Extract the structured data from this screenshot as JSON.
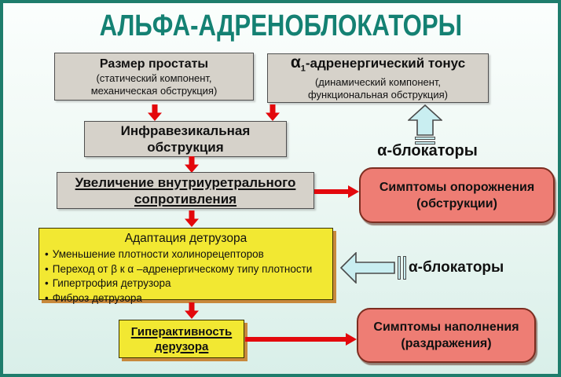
{
  "title": "АЛЬФА-АДРЕНОБЛОКАТОРЫ",
  "bullet_char": "•",
  "boxes": {
    "prostate": {
      "title": "Размер простаты",
      "sub1": "(статический компонент,",
      "sub2": "механическая обструкция)"
    },
    "tone": {
      "alpha": "α",
      "subscript": "1",
      "title_rest": "-адренергический тонус",
      "sub1": "(динамический компонент,",
      "sub2": "функциональная обструкция)"
    },
    "infravesical": {
      "line1": "Инфравезикальная",
      "line2": "обструкция"
    },
    "resistance": {
      "line1": "Увеличение внутриуретрального",
      "line2": "сопротивления"
    },
    "emptying": {
      "line1": "Симптомы опорожнения",
      "line2": "(обструкции)"
    },
    "adaptation": {
      "title": "Адаптация детрузора",
      "bullets": [
        "Уменьшение плотности холинорецепторов",
        "Переход от β к α –адренергическому типу плотности",
        "Гипертрофия детрузора",
        "Фиброз детрузора"
      ]
    },
    "hyperactivity": {
      "line1": "Гиперактивность",
      "line2": "дерузора"
    },
    "filling": {
      "line1": "Симптомы наполнения",
      "line2": "(раздражения)"
    }
  },
  "labels": {
    "alpha_blockers_top": "α-блокаторы",
    "alpha_blockers_middle": "α-блокаторы"
  },
  "colors": {
    "frame": "#1e7d6c",
    "bg_top": "#fbfefd",
    "bg_bottom": "#d9efe9",
    "title": "#148173",
    "gray_fill": "#d6d2ca",
    "gray_border": "#4f4f4f",
    "yellow_fill": "#f2e832",
    "yellow_shadow": "#c8893c",
    "pink_fill": "#ee7d74",
    "pink_border": "#7c2d20",
    "red": "#e3080c",
    "cyan_fill": "#c9eef1",
    "cyan_border": "#4a4a4a",
    "text": "#111111"
  }
}
